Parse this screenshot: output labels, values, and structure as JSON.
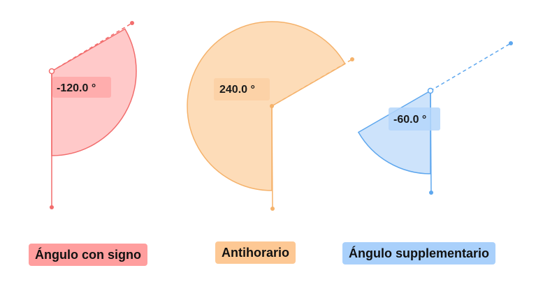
{
  "figures": [
    {
      "id": "signed",
      "label": "-120.0 °",
      "caption": "Ángulo con signo",
      "color": "#f26d6d",
      "fill": "#ffc9c9",
      "label_bg": "#ffa8a8",
      "caption_bg": "#ff9e9e"
    },
    {
      "id": "counterclockwise",
      "label": "240.0 °",
      "caption": "Antihorario",
      "color": "#f5b26b",
      "fill": "#fddcb8",
      "label_bg": "#fcd0a3",
      "caption_bg": "#fdc894"
    },
    {
      "id": "supplementary",
      "label": "-60.0 °",
      "caption": "Ángulo supplementario",
      "color": "#5ea7ee",
      "fill": "#cde3fb",
      "label_bg": "#b4d6fa",
      "caption_bg": "#a9d0fb"
    }
  ]
}
